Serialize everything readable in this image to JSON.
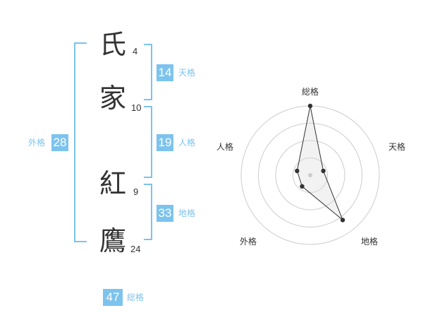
{
  "name": {
    "characters": [
      {
        "char": "氏",
        "strokes": "4"
      },
      {
        "char": "家",
        "strokes": "10"
      },
      {
        "char": "紅",
        "strokes": "9"
      },
      {
        "char": "鷹",
        "strokes": "24"
      }
    ]
  },
  "kaku": {
    "tenkaku": {
      "value": "14",
      "label": "天格"
    },
    "jinkaku": {
      "value": "19",
      "label": "人格"
    },
    "chikaku": {
      "value": "33",
      "label": "地格"
    },
    "gaikaku": {
      "value": "28",
      "label": "外格"
    },
    "soukaku": {
      "value": "47",
      "label": "総格"
    }
  },
  "colors": {
    "accent": "#7cc3ee",
    "text": "#333333",
    "grid": "#cccccc"
  },
  "chart_data": {
    "type": "radar",
    "axes": [
      "総格",
      "天格",
      "地格",
      "外格",
      "人格"
    ],
    "values": [
      5,
      1,
      4,
      1,
      1
    ],
    "max": 5,
    "rings": 4
  }
}
